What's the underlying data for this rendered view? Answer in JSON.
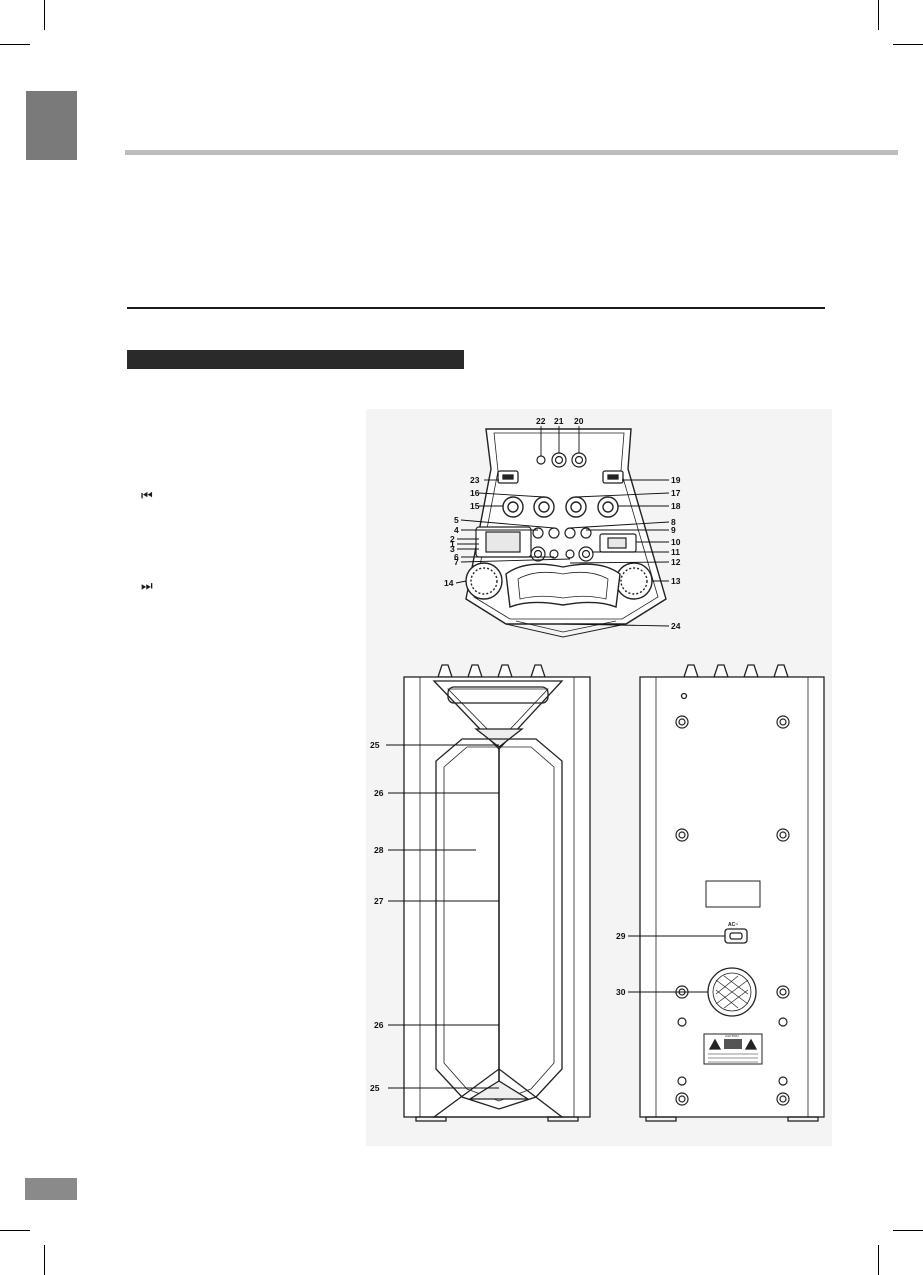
{
  "icons": {
    "prev": "skip-previous-icon",
    "next": "skip-next-icon"
  },
  "prev_glyph": "⏮",
  "next_glyph": "⏭",
  "callouts": {
    "c1": "1",
    "c2": "2",
    "c3": "3",
    "c4": "4",
    "c5": "5",
    "c6": "6",
    "c7": "7",
    "c8": "8",
    "c9": "9",
    "c10": "10",
    "c11": "11",
    "c12": "12",
    "c13": "13",
    "c14": "14",
    "c15": "15",
    "c16": "16",
    "c17": "17",
    "c18": "18",
    "c19": "19",
    "c20": "20",
    "c21": "21",
    "c22": "22",
    "c23": "23",
    "c24": "24",
    "c25": "25",
    "c26": "26",
    "c27": "27",
    "c28": "28",
    "c29": "29",
    "c30": "30"
  },
  "rear_panel": {
    "power_input": "AC~",
    "warning_label_line1": "CAUTION",
    "warning_label_line2": "RISK OF SHOCK"
  }
}
